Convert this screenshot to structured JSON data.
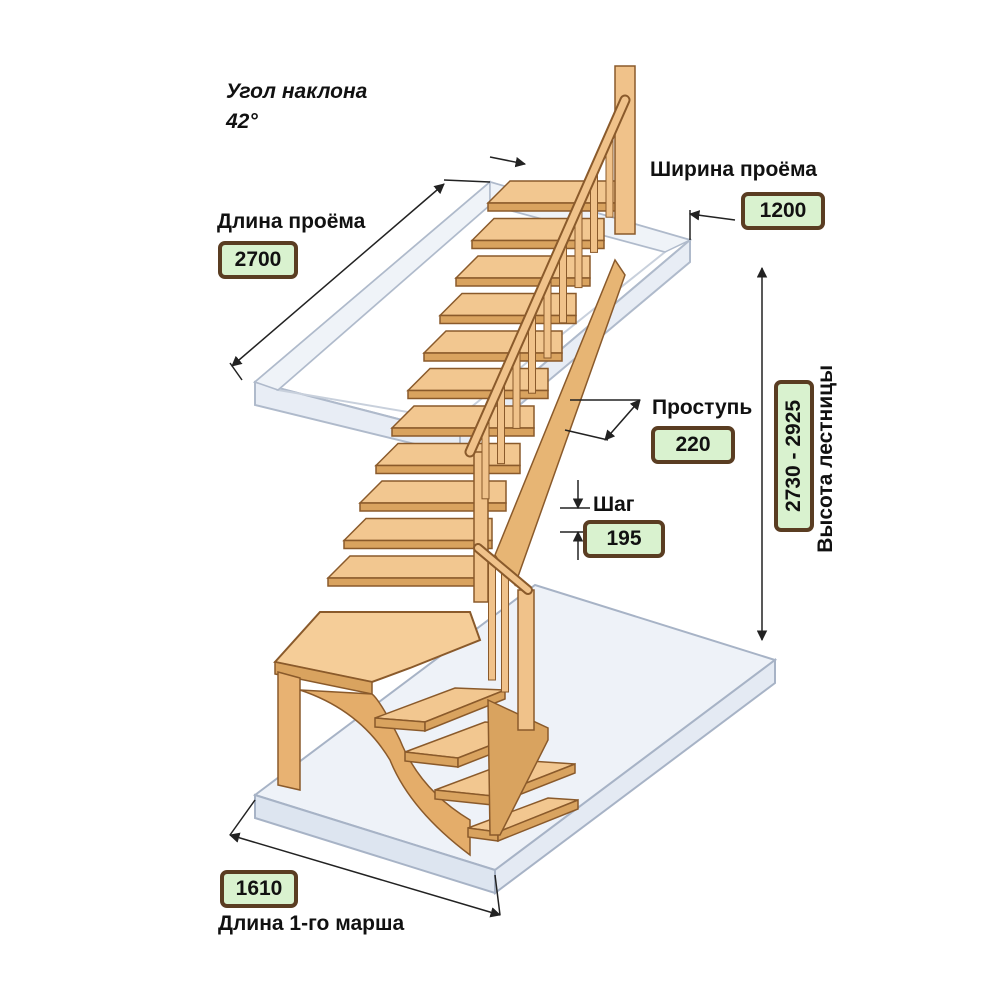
{
  "slope": {
    "label": "Угол наклона",
    "value": "42°"
  },
  "opening_length": {
    "label": "Длина проёма",
    "value": "2700"
  },
  "opening_width": {
    "label": "Ширина проёма",
    "value": "1200"
  },
  "tread": {
    "label": "Проступь",
    "value": "220"
  },
  "step": {
    "label": "Шаг",
    "value": "195"
  },
  "stair_height": {
    "label": "Высота лестницы",
    "value": "2730 - 2925"
  },
  "first_flight_length": {
    "label": "Длина 1-го марша",
    "value": "1610"
  },
  "colors": {
    "wood": "#f2c790",
    "wood_dark": "#d9a35f",
    "wood_edge": "#8a5a2b",
    "glass": "#e6eef8",
    "badge_fill": "#d9f2cf",
    "badge_border": "#5a3d22"
  }
}
